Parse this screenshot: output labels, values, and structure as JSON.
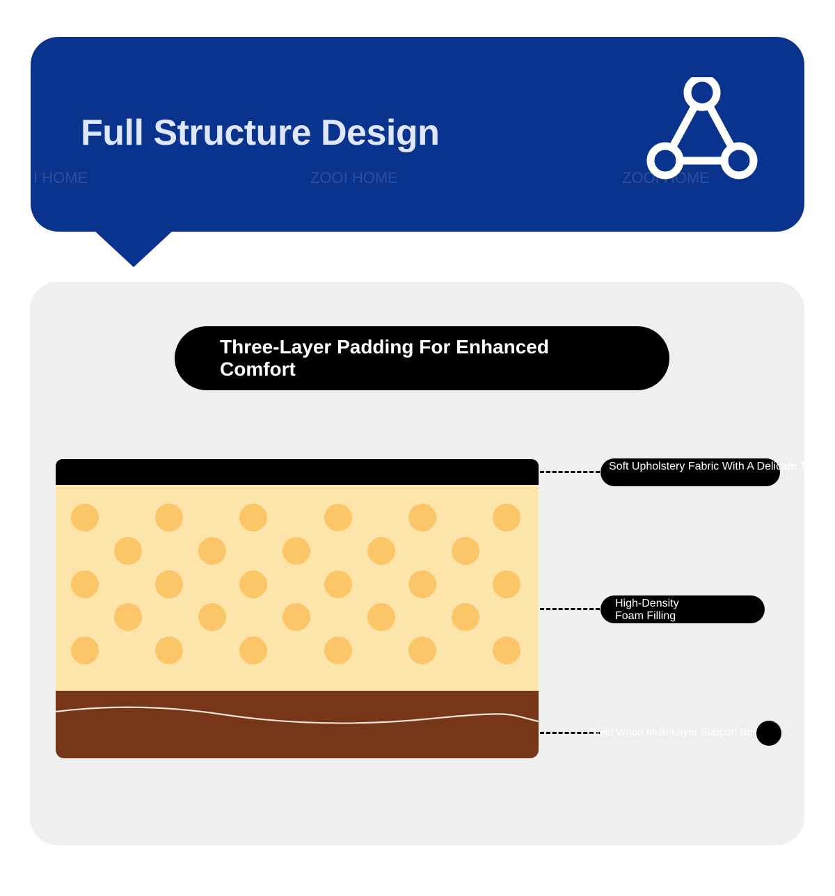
{
  "banner": {
    "title": "Full Structure Design",
    "watermarks": [
      "I HOME",
      "ZOOI HOME",
      "ZOOI HOME"
    ],
    "icon": "network-triangle-icon",
    "background": "#0a338d"
  },
  "panel": {
    "pill_title": "Three-Layer Padding For Enhanced Comfort"
  },
  "layers": [
    {
      "name": "top",
      "color": "#000000",
      "label": "Soft Upholstery Fabric With A Delicate Touch"
    },
    {
      "name": "foam",
      "color": "#fde4ab",
      "dot_color": "#fcc567",
      "label": "High-Density Foam Filling"
    },
    {
      "name": "board",
      "color": "#773619",
      "label": "Solid Wood Multi-Layer Support Board"
    }
  ]
}
